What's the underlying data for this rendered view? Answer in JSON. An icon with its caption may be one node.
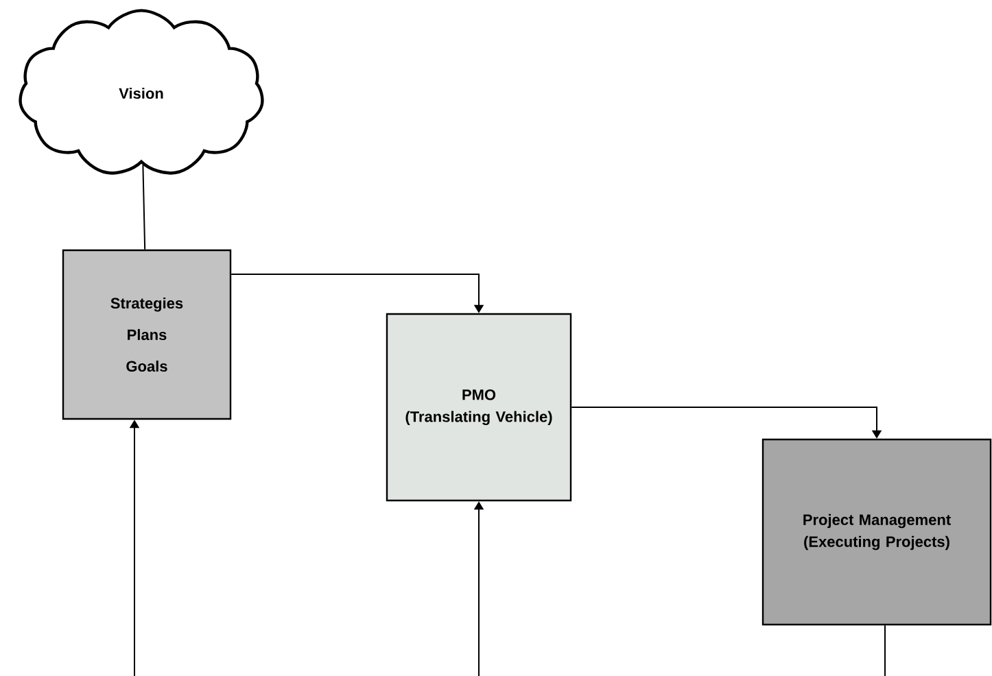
{
  "diagram": {
    "nodes": [
      {
        "text": [
          "Vision"
        ]
      },
      {
        "text": [
          "Strategies",
          "Plans",
          "Goals"
        ]
      },
      {
        "text": [
          "PMO",
          "(Translating Vehicle)"
        ]
      },
      {
        "text": [
          "Project Management",
          "(Executing Projects)"
        ]
      }
    ],
    "edges": [
      {
        "from": 0,
        "to": 1,
        "arrow": "none"
      },
      {
        "from": 1,
        "to": 2,
        "arrow": "to"
      },
      {
        "from": 2,
        "to": 3,
        "arrow": "to"
      },
      {
        "from": null,
        "to": 1,
        "arrow": "to"
      },
      {
        "from": null,
        "to": 2,
        "arrow": "to"
      },
      {
        "from": 3,
        "to": null,
        "arrow": "none"
      }
    ]
  }
}
